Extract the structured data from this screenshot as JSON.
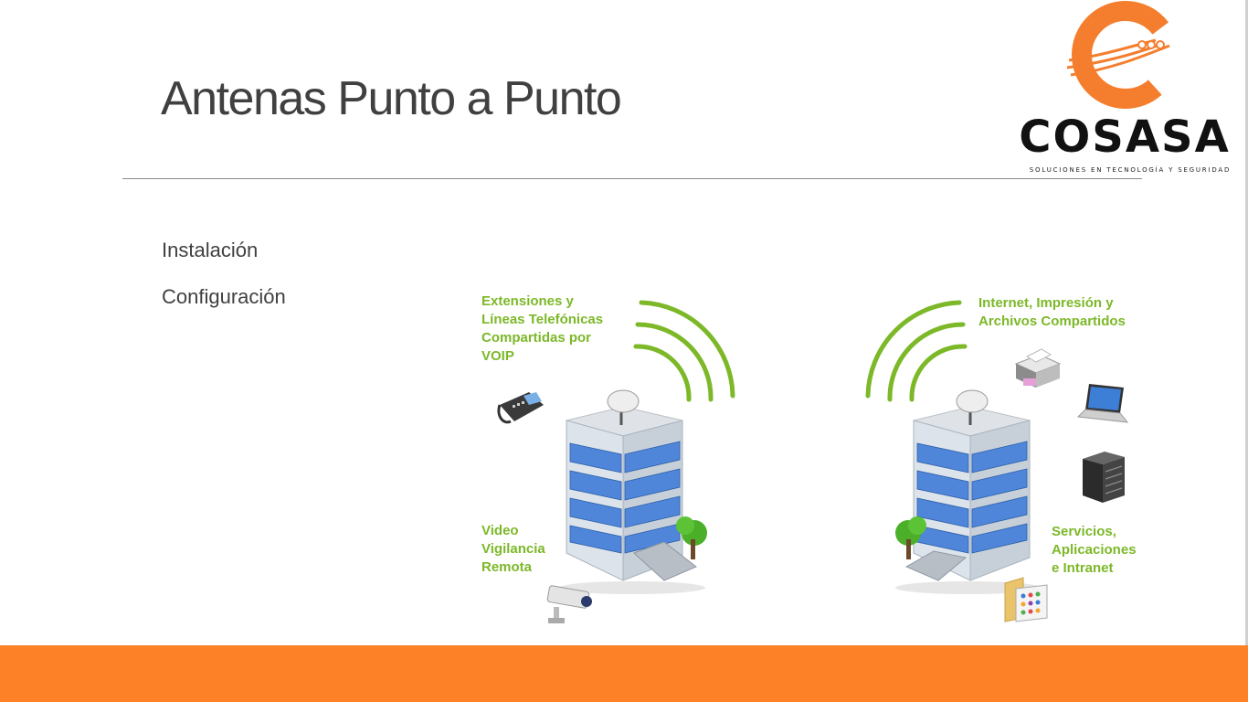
{
  "slide": {
    "title": "Antenas Punto a Punto",
    "bullets": [
      "Instalación",
      "Configuración"
    ]
  },
  "logo": {
    "name": "COSASA",
    "tagline": "SOLUCIONES EN TECNOLOGÍA Y SEGURIDAD"
  },
  "diagram": {
    "left_labels": {
      "top": "Extensiones y\nLíneas Telefónicas\nCompartidas por\nVOIP",
      "bottom": "Video\nVigilancia\nRemota"
    },
    "right_labels": {
      "top": "Internet, Impresión y\nArchivos Compartidos",
      "bottom": "Servicios,\nAplicaciones\ne Intranet"
    }
  },
  "colors": {
    "accent_orange": "#fd8127",
    "label_green": "#7cb828",
    "title_gray": "#404040"
  }
}
